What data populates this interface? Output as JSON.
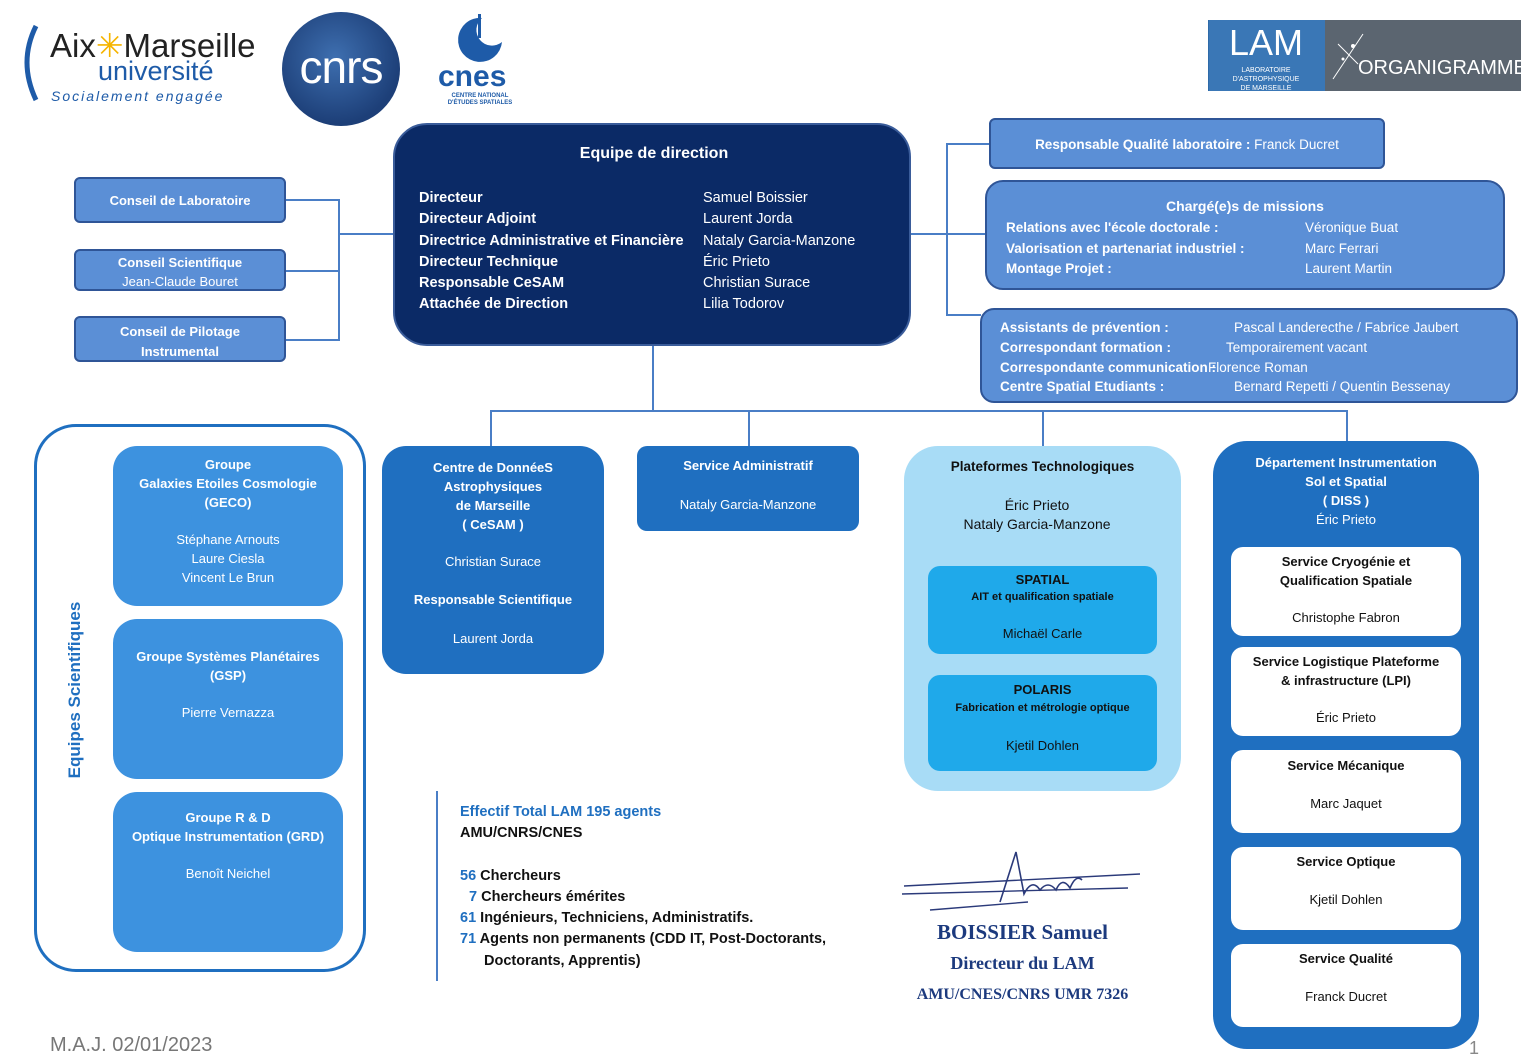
{
  "logos": {
    "amu_line1": "Aix",
    "amu_line1b": "Marseille",
    "amu_line2": "université",
    "amu_line3": "Socialement engagée",
    "cnrs": "cnrs",
    "cnes": "cnes",
    "cnes_sub1": "CENTRE NATIONAL",
    "cnes_sub2": "D'ÉTUDES SPATIALES",
    "lam": "LAM",
    "lam_sub1": "LABORATOIRE D'ASTROPHYSIQUE",
    "lam_sub2": "DE MARSEILLE",
    "organigramme": "ORGANIGRAMME"
  },
  "direction": {
    "title": "Equipe de direction",
    "rows": [
      {
        "role": "Directeur",
        "name": "Samuel Boissier"
      },
      {
        "role": "Directeur Adjoint",
        "name": "Laurent Jorda"
      },
      {
        "role": "Directrice Administrative et Financière",
        "name": "Nataly Garcia-Manzone"
      },
      {
        "role": "Directeur Technique",
        "name": "Éric  Prieto"
      },
      {
        "role": "Responsable CeSAM",
        "name": "Christian Surace"
      },
      {
        "role": "Attachée de Direction",
        "name": "Lilia Todorov"
      }
    ]
  },
  "councils": {
    "labo": "Conseil de Laboratoire",
    "sci": "Conseil Scientifique",
    "sci_name": "Jean-Claude Bouret",
    "pilot1": "Conseil de Pilotage",
    "pilot2": "Instrumental"
  },
  "quality": {
    "label": "Responsable Qualité laboratoire :",
    "name": "Franck Ducret"
  },
  "missions": {
    "title": "Chargé(e)s de missions",
    "rows": [
      {
        "label": "Relations avec l'école doctorale :",
        "name": "Véronique Buat"
      },
      {
        "label": "Valorisation et partenariat industriel :",
        "name": "Marc Ferrari"
      },
      {
        "label": "Montage Projet :",
        "name": "Laurent Martin"
      }
    ]
  },
  "assistants": {
    "rows": [
      {
        "label": "Assistants de  prévention :",
        "name": "Pascal Landerecthe / Fabrice Jaubert"
      },
      {
        "label": "Correspondant formation :",
        "name": "Temporairement vacant"
      },
      {
        "label": "Correspondante communication :",
        "name": "Florence Roman"
      },
      {
        "label": "Centre Spatial Etudiants :",
        "name": "Bernard Repetti / Quentin Bessenay"
      }
    ]
  },
  "equipes": {
    "title": "Equipes Scientifiques",
    "geco": {
      "l1": "Groupe",
      "l2": "Galaxies Etoiles Cosmologie",
      "l3": "(GECO)",
      "n1": "Stéphane Arnouts",
      "n2": "Laure Ciesla",
      "n3": "Vincent Le Brun"
    },
    "gsp": {
      "l1": "Groupe Systèmes Planétaires",
      "l2": "(GSP)",
      "n1": "Pierre Vernazza"
    },
    "grd": {
      "l1": "Groupe R & D",
      "l2": "Optique Instrumentation (GRD)",
      "n1": "Benoît Neichel"
    }
  },
  "cesam": {
    "l1": "Centre de DonnéeS",
    "l2": "Astrophysiques",
    "l3": "de Marseille",
    "l4": "( CeSAM )",
    "n1": "Christian Surace",
    "r": "Responsable Scientifique",
    "n2": "Laurent Jorda"
  },
  "admin": {
    "title": "Service Administratif",
    "name": "Nataly Garcia-Manzone"
  },
  "plateformes": {
    "title": "Plateformes Technologiques",
    "n1": "Éric Prieto",
    "n2": "Nataly Garcia-Manzone",
    "spatial": {
      "t": "SPATIAL",
      "s": "AIT et qualification spatiale",
      "n": "Michaël Carle"
    },
    "polaris": {
      "t": "POLARIS",
      "s": "Fabrication et métrologie optique",
      "n": "Kjetil Dohlen"
    }
  },
  "diss": {
    "l1": "Département Instrumentation",
    "l2": "Sol et Spatial",
    "l3": "( DISS )",
    "n": "Éric Prieto",
    "services": [
      {
        "t1": "Service Cryogénie et",
        "t2": "Qualification Spatiale",
        "n": "Christophe Fabron"
      },
      {
        "t1": "Service Logistique Plateforme",
        "t2": "& infrastructure (LPI)",
        "n": "Éric Prieto"
      },
      {
        "t1": "Service Mécanique",
        "t2": "",
        "n": "Marc Jaquet"
      },
      {
        "t1": "Service Optique",
        "t2": "",
        "n": "Kjetil Dohlen"
      },
      {
        "t1": "Service Qualité",
        "t2": "",
        "n": "Franck Ducret"
      }
    ]
  },
  "effectif": {
    "title": "Effectif Total LAM 195 agents",
    "sub": "AMU/CNRS/CNES",
    "rows": [
      {
        "n": "56",
        "t": "Chercheurs"
      },
      {
        "n": "7",
        "t": "Chercheurs émérites"
      },
      {
        "n": "61",
        "t": "Ingénieurs, Techniciens, Administratifs."
      },
      {
        "n": "71",
        "t": "Agents non permanents (CDD IT, Post-Doctorants,"
      }
    ],
    "cont": "Doctorants, Apprentis)"
  },
  "signature": {
    "name": "BOISSIER Samuel",
    "role": "Directeur du LAM",
    "org": "AMU/CNES/CNRS UMR 7326"
  },
  "footer": {
    "date": "M.A.J. 02/01/2023",
    "page": "1"
  },
  "colors": {
    "dark": "#0b2a66",
    "mid": "#5b8fd6",
    "blue": "#1f6fc0",
    "light": "#a8dcf6",
    "cyan": "#1fa9ea"
  }
}
